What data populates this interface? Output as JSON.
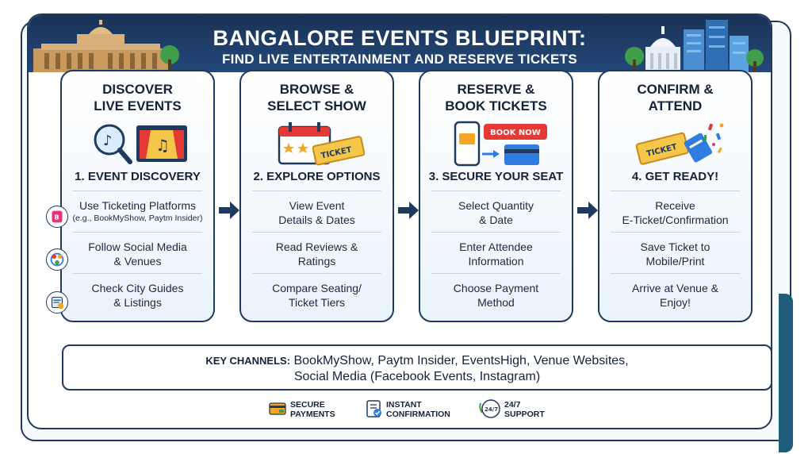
{
  "header": {
    "title": "BANGALORE EVENTS BLUEPRINT:",
    "subtitle": "FIND LIVE ENTERTAINMENT AND RESERVE TICKETS"
  },
  "steps": [
    {
      "title": "DISCOVER\nLIVE EVENTS",
      "heading": "1. EVENT DISCOVERY",
      "illustration": "magnifier-music-stage-icon",
      "items": [
        {
          "text": "Use Ticketing Platforms",
          "sub": "(e.g., BookMyShow, Paytm Insider)",
          "icon": "ticketing-app-icon"
        },
        {
          "text": "Follow Social Media\n& Venues",
          "icon": "social-media-icon"
        },
        {
          "text": "Check City Guides\n& Listings",
          "icon": "city-guide-icon"
        }
      ]
    },
    {
      "title": "BROWSE &\nSELECT SHOW",
      "heading": "2. EXPLORE OPTIONS",
      "illustration": "calendar-ticket-icon",
      "illustration_label": "TICKET",
      "items": [
        {
          "text": "View Event\nDetails & Dates"
        },
        {
          "text": "Read Reviews &\nRatings"
        },
        {
          "text": "Compare Seating/\nTicket Tiers"
        }
      ]
    },
    {
      "title": "RESERVE &\nBOOK TICKETS",
      "heading": "3. SECURE YOUR SEAT",
      "illustration": "phone-card-book-now-icon",
      "illustration_label": "BOOK NOW",
      "items": [
        {
          "text": "Select Quantity\n& Date"
        },
        {
          "text": "Enter Attendee\nInformation"
        },
        {
          "text": "Choose Payment\nMethod"
        }
      ]
    },
    {
      "title": "CONFIRM &\nATTEND",
      "heading": "4. GET READY!",
      "illustration": "tickets-confetti-icon",
      "illustration_label": "TICKET",
      "items": [
        {
          "text": "Receive\nE-Ticket/Confirmation"
        },
        {
          "text": "Save Ticket to\nMobile/Print"
        },
        {
          "text": "Arrive at Venue &\nEnjoy!"
        }
      ]
    }
  ],
  "channels": {
    "label": "KEY CHANNELS:",
    "line1": "BookMyShow, Paytm Insider, EventsHigh, Venue Websites,",
    "line2": "Social Media (Facebook Events, Instagram)"
  },
  "badges": [
    {
      "label": "SECURE\nPAYMENTS",
      "icon": "secure-payment-icon"
    },
    {
      "label": "INSTANT\nCONFIRMATION",
      "icon": "checklist-icon"
    },
    {
      "label": "24/7\nSUPPORT",
      "icon": "phone-support-icon",
      "icon_text": "24/7"
    }
  ],
  "colors": {
    "navy": "#1f3a5f",
    "header": "#1a3356",
    "accent_red": "#e53935",
    "accent_orange": "#f5a623",
    "accent_blue": "#2f7de1"
  }
}
